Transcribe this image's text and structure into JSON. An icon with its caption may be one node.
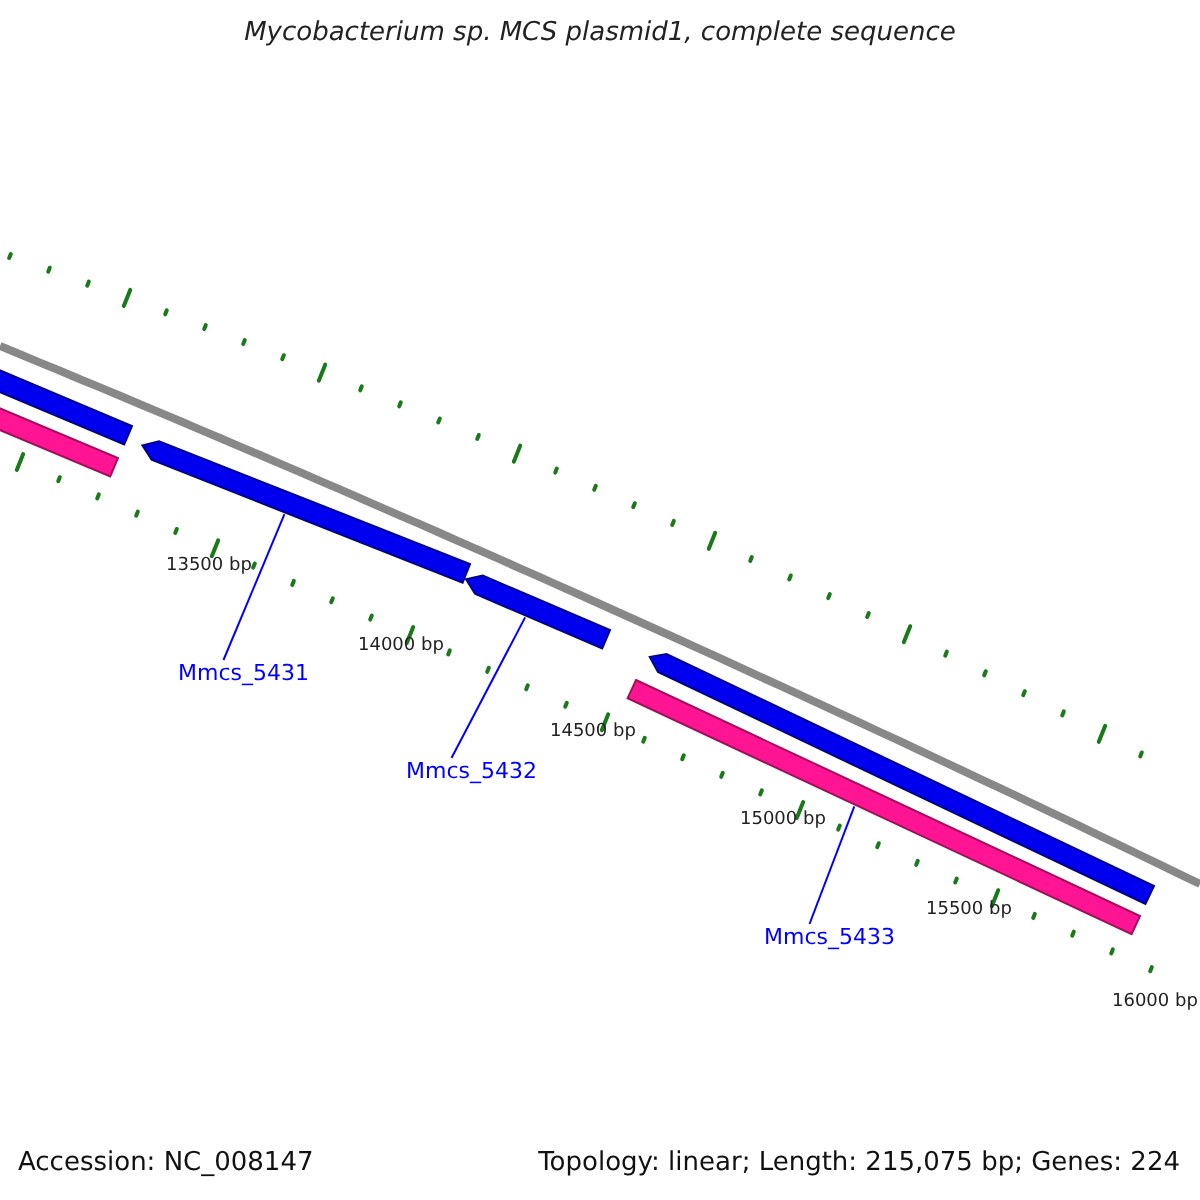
{
  "diagram": {
    "title": "Mycobacterium sp. MCS plasmid1, complete sequence",
    "nodes": [
      {
        "text": [
          "Mmcs_5431"
        ]
      },
      {
        "text": [],
        "shape": "arrow"
      },
      {
        "text": [
          "Mmcs_5432"
        ]
      },
      {
        "text": [],
        "shape": "arrow"
      },
      {
        "text": [
          "Mmcs_5433"
        ]
      },
      {
        "text": [],
        "shape": "arrow"
      }
    ],
    "edges": [
      {
        "from": 0,
        "to": 1,
        "arrow": "none"
      },
      {
        "from": 2,
        "to": 3,
        "arrow": "none"
      },
      {
        "from": 4,
        "to": 5,
        "arrow": "none"
      }
    ],
    "labels": [
      "13500 bp",
      "14000 bp",
      "14500 bp",
      "15000 bp",
      "15500 bp",
      "16000 bp",
      "Accession: NC_008147",
      "Topology: linear; Length: 215,075 bp; Genes: 224"
    ]
  }
}
